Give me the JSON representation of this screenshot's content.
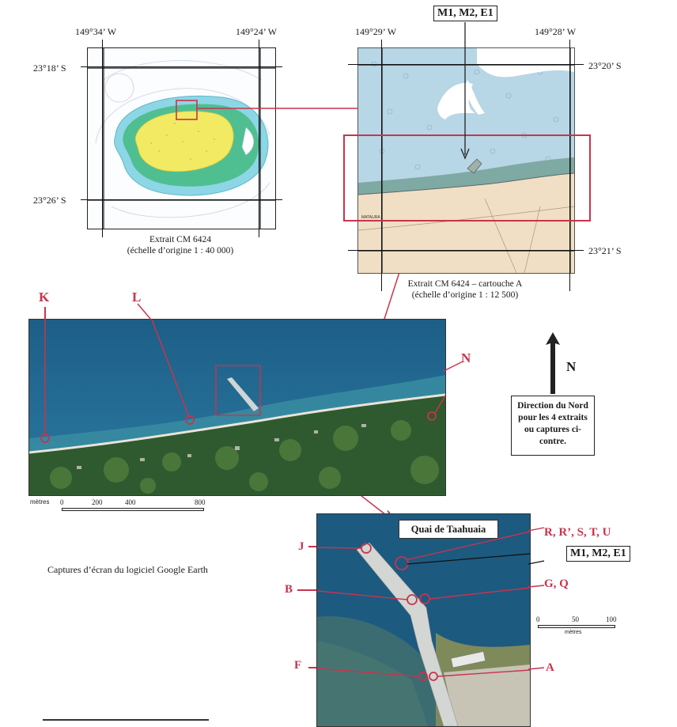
{
  "map1": {
    "coord_top_left": "149°34’ W",
    "coord_top_right": "149°24’ W",
    "coord_left_top": "23°18’ S",
    "coord_left_bottom": "23°26’ S",
    "caption_line1": "Extrait CM 6424",
    "caption_line2": "(échelle d’origine 1 : 40 000)"
  },
  "map2": {
    "marker_label": "M1, M2, E1",
    "coord_top_left": "149°29’ W",
    "coord_top_right": "149°28’ W",
    "coord_right_top": "23°20’ S",
    "coord_right_bottom": "23°21’ S",
    "caption_line1": "Extrait CM 6424 – cartouche A",
    "caption_line2": "(échelle d’origine 1 : 12 500)",
    "place_name": "MATAURA"
  },
  "aerial": {
    "labels": [
      "K",
      "L",
      "N"
    ],
    "scale_unit": "mètres",
    "scale_ticks": [
      "0",
      "200",
      "400",
      "800"
    ]
  },
  "north": {
    "letter": "N",
    "note": "Direction du Nord pour les 4 extraits ou captures ci-contre."
  },
  "quay": {
    "title": "Quai de Taahuaia",
    "labels": {
      "rr": "R, R’, S, T, U",
      "m1": "M1, M2, E1",
      "j": "J",
      "b": "B",
      "gq": "G, Q",
      "f": "F",
      "a": "A"
    },
    "scale_unit": "mètres",
    "scale_ticks": [
      "0",
      "50",
      "100"
    ]
  },
  "ge_caption": "Captures d’écran du logiciel Google Earth",
  "colors": {
    "red": "#c8344d",
    "sea_dark": "#1f5f86",
    "sea_chart": "#b9d9e8",
    "land_chart": "#f0dfc4",
    "island_yellow": "#f2ea62"
  }
}
